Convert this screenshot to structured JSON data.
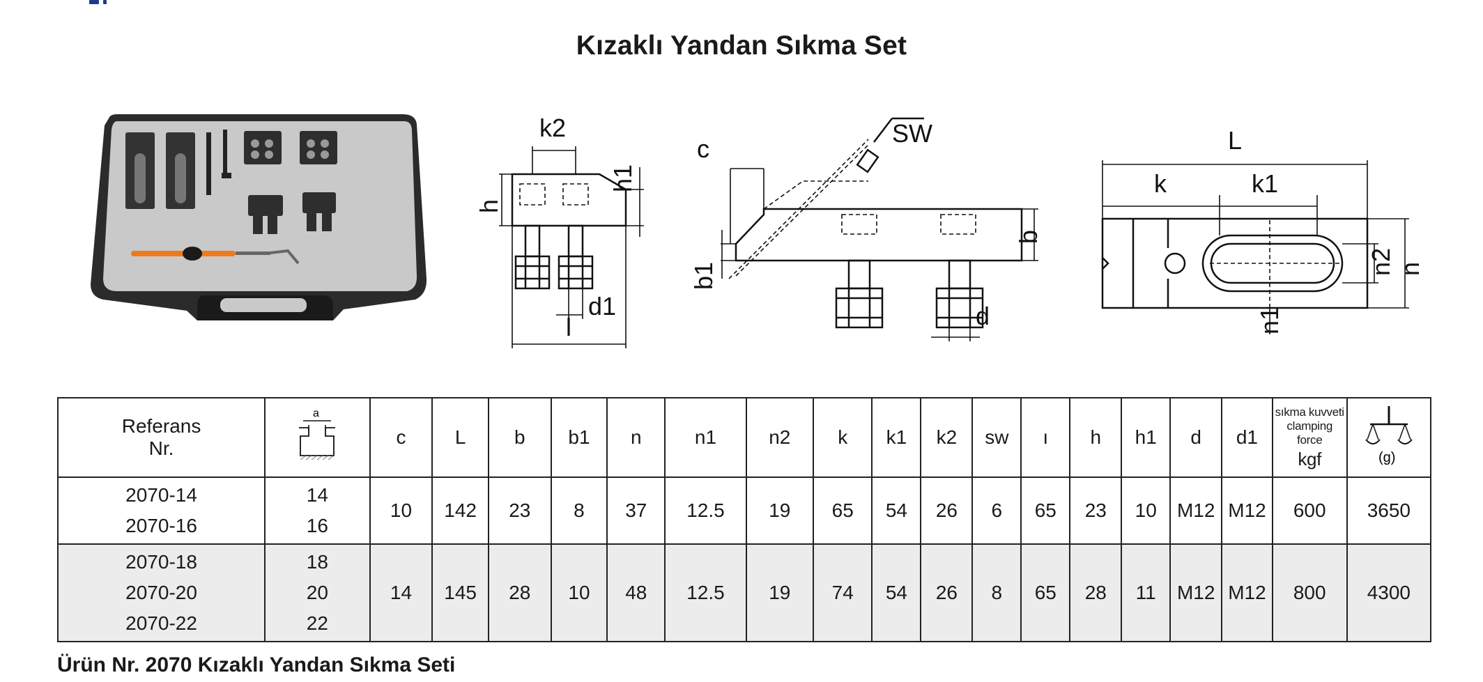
{
  "page": {
    "title": "Kızaklı Yandan Sıkma Set",
    "footer": "Ürün Nr. 2070 Kızaklı Yandan Sıkma Seti"
  },
  "drawings": {
    "front": {
      "k2": "k2",
      "h": "h",
      "h1": "h1",
      "d1": "d1",
      "l": "l"
    },
    "side": {
      "c": "c",
      "sw": "SW",
      "b": "b",
      "b1": "b1",
      "d": "d"
    },
    "top": {
      "L": "L",
      "k": "k",
      "k1": "k1",
      "n": "n",
      "n1": "n1",
      "n2": "n2"
    }
  },
  "table": {
    "headers": {
      "ref_line1": "Referans",
      "ref_line2": "Nr.",
      "slot_label": "a",
      "c": "c",
      "L": "L",
      "b": "b",
      "b1": "b1",
      "n": "n",
      "n1": "n1",
      "n2": "n2",
      "k": "k",
      "k1": "k1",
      "k2": "k2",
      "sw": "sw",
      "l": "ı",
      "h": "h",
      "h1": "h1",
      "d": "d",
      "d1": "d1",
      "force_line1": "sıkma kuvveti",
      "force_line2": "clamping force",
      "force_unit": "kgf",
      "weight_unit": "(g)"
    },
    "groups": [
      {
        "refs": [
          "2070-14",
          "2070-16"
        ],
        "slots": [
          "14",
          "16"
        ],
        "c": "10",
        "L": "142",
        "b": "23",
        "b1": "8",
        "n": "37",
        "n1": "12.5",
        "n2": "19",
        "k": "65",
        "k1": "54",
        "k2": "26",
        "sw": "6",
        "l": "65",
        "h": "23",
        "h1": "10",
        "d": "M12",
        "d1": "M12",
        "force": "600",
        "weight": "3650"
      },
      {
        "refs": [
          "2070-18",
          "2070-20",
          "2070-22"
        ],
        "slots": [
          "18",
          "20",
          "22"
        ],
        "c": "14",
        "L": "145",
        "b": "28",
        "b1": "10",
        "n": "48",
        "n1": "12.5",
        "n2": "19",
        "k": "74",
        "k1": "54",
        "k2": "26",
        "sw": "8",
        "l": "65",
        "h": "28",
        "h1": "11",
        "d": "M12",
        "d1": "M12",
        "force": "800",
        "weight": "4300"
      }
    ]
  },
  "colors": {
    "case": "#2b2b2b",
    "foam": "#c9c9c9",
    "pen_orange": "#f07a1a",
    "stripe_row": "#ececec"
  }
}
